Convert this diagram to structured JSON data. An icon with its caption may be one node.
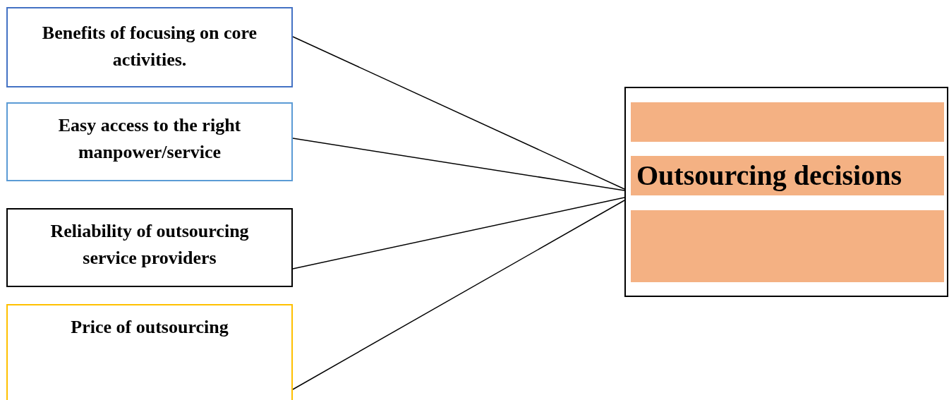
{
  "diagram": {
    "nodes": [
      {
        "text": [
          "Benefits of focusing on core activities."
        ]
      },
      {
        "text": [
          "Easy access to the right manpower/service"
        ]
      },
      {
        "text": [
          "Reliability of outsourcing service providers"
        ]
      },
      {
        "text": [
          "Price of outsourcing"
        ]
      },
      {
        "text": [],
        "shape": "box"
      },
      {
        "text": [],
        "shape": "bar",
        "in": 4
      },
      {
        "text": [
          "Outsourcing decisions"
        ],
        "in": 4
      },
      {
        "text": [],
        "shape": "bar",
        "in": 4
      }
    ],
    "edges": [
      {
        "from": 0,
        "to": 4,
        "arrow": "none"
      },
      {
        "from": 1,
        "to": 4,
        "arrow": "none"
      },
      {
        "from": 2,
        "to": 4,
        "arrow": "none"
      },
      {
        "from": 3,
        "to": 4,
        "arrow": "none"
      }
    ]
  }
}
